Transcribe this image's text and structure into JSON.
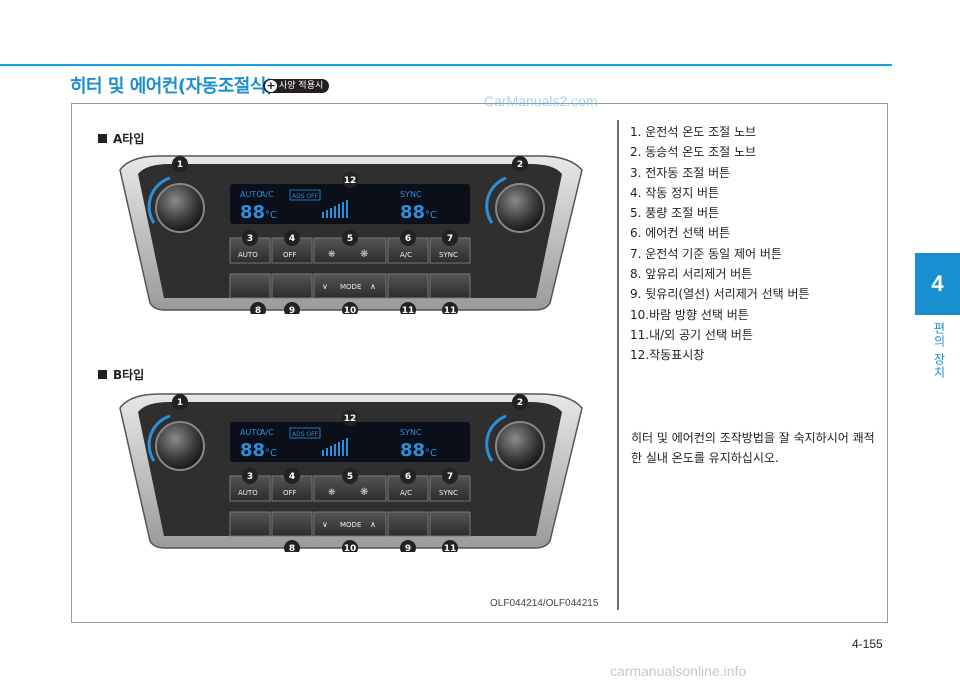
{
  "header": {
    "title": "히터 및 에어컨(자동조절식)",
    "badge": "사양 적용시",
    "badge_plus": "+"
  },
  "watermark": "CarManuals2.com",
  "panel_a": {
    "label": "A타입"
  },
  "panel_b": {
    "label": "B타입"
  },
  "controls": {
    "auto": "AUTO",
    "off": "OFF",
    "ac": "A/C",
    "sync": "SYNC",
    "mode": "MODE",
    "disp_auto": "AUTO",
    "disp_ac": "A/C",
    "disp_ads": "ADS OFF",
    "disp_sync": "SYNC",
    "temp_left": "88",
    "temp_right": "88",
    "unit": "°C"
  },
  "callouts_a": [
    "1",
    "2",
    "12",
    "3",
    "4",
    "5",
    "6",
    "7",
    "8",
    "9",
    "10",
    "11",
    "11"
  ],
  "callouts_b": [
    "1",
    "2",
    "12",
    "3",
    "4",
    "5",
    "6",
    "7",
    "8",
    "10",
    "9",
    "11"
  ],
  "list": [
    "1.  운전석 온도 조절 노브",
    "2.  동승석 온도 조절 노브",
    "3.  전자동 조절 버튼",
    "4.  작동 정지 버튼",
    "5.  풍량 조절 버튼",
    "6.  에어컨 선택 버튼",
    "7.  운전석 기준 동일 제어 버튼",
    "8.  앞유리 서리제거 버튼",
    "9.  뒷유리(열선) 서리제거 선택 버튼",
    "10.바람 방향 선택 버튼",
    "11.내/외 공기 선택 버튼",
    "12.작동표시창"
  ],
  "note": "히터 및 에어컨의 조작방법을 잘 숙지하시어 쾌적한 실내 온도를 유지하십시오.",
  "figure_code": "OLF044214/OLF044215",
  "page_number": "4-155",
  "side_tab": {
    "number": "4",
    "text": "편의 장치"
  },
  "footer_watermark": "carmanualsonline.info",
  "colors": {
    "accent": "#1a8fd0",
    "display": "#2d8fd8"
  }
}
